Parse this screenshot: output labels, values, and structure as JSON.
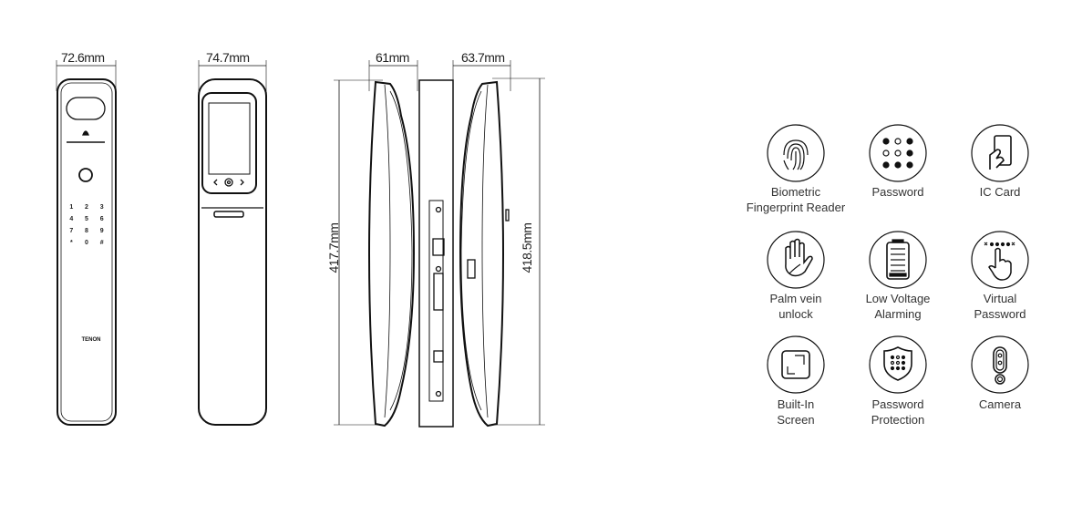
{
  "dimensions": {
    "front_width": "72.6mm",
    "back_width": "74.7mm",
    "side_front_depth": "61mm",
    "side_back_depth": "63.7mm",
    "front_height": "417.7mm",
    "back_height": "418.5mm"
  },
  "keypad": [
    "1",
    "2",
    "3",
    "4",
    "5",
    "6",
    "7",
    "8",
    "9",
    "*",
    "0",
    "#"
  ],
  "features": [
    {
      "icon": "fingerprint-icon",
      "line1": "Biometric",
      "line2": "Fingerprint Reader"
    },
    {
      "icon": "keypad-icon",
      "line1": "Password",
      "line2": ""
    },
    {
      "icon": "ic-card-icon",
      "line1": "IC Card",
      "line2": ""
    },
    {
      "icon": "palm-icon",
      "line1": "Palm vein",
      "line2": "unlock"
    },
    {
      "icon": "battery-icon",
      "line1": "Low Voltage",
      "line2": "Alarming"
    },
    {
      "icon": "touch-password-icon",
      "line1": "Virtual",
      "line2": "Password"
    },
    {
      "icon": "screen-icon",
      "line1": "Built-In",
      "line2": "Screen"
    },
    {
      "icon": "shield-keypad-icon",
      "line1": "Password",
      "line2": "Protection"
    },
    {
      "icon": "camera-icon",
      "line1": "Camera",
      "line2": ""
    }
  ]
}
